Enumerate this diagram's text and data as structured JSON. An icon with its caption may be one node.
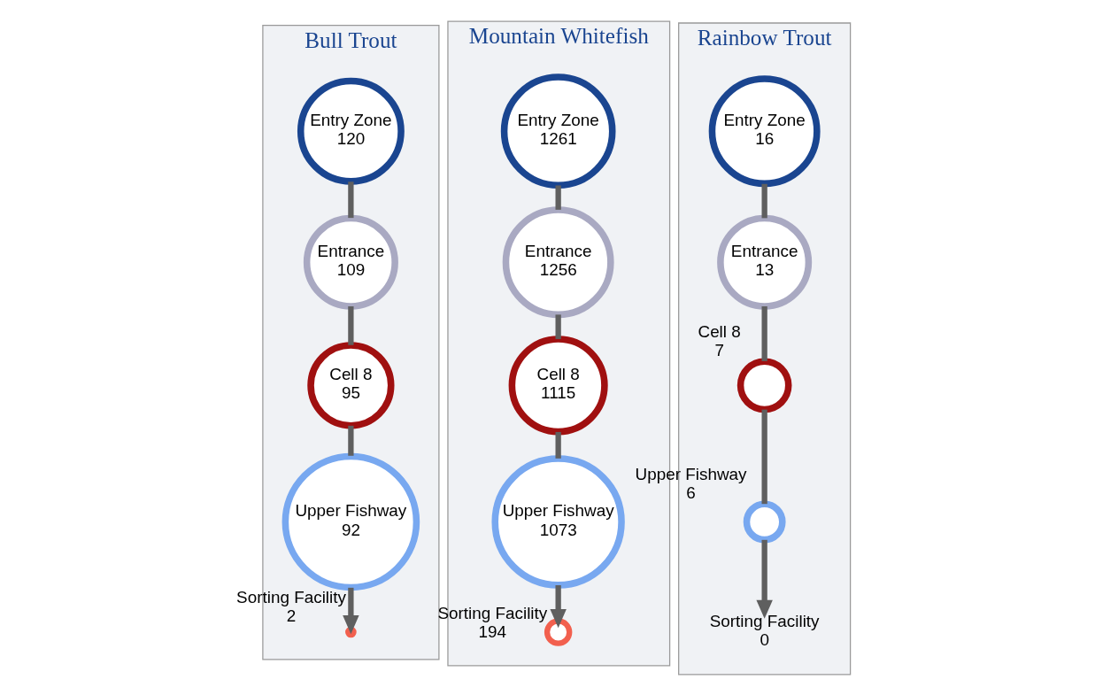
{
  "diagram": {
    "nodes": [
      {
        "text": [
          "Bull Trout"
        ]
      },
      {
        "text": [
          "Entry Zone 120"
        ],
        "in": 0
      },
      {
        "text": [
          "Entrance 109"
        ],
        "in": 0
      },
      {
        "text": [
          "Cell 8 95"
        ],
        "in": 0
      },
      {
        "text": [
          "Upper Fishway 92"
        ],
        "in": 0
      },
      {
        "text": [],
        "shape": "circle",
        "beside": [
          "Sorting Facility 2"
        ],
        "in": 0
      },
      {
        "text": [
          "Mountain Whitefish"
        ]
      },
      {
        "text": [
          "Entry Zone 1261"
        ],
        "in": 6
      },
      {
        "text": [
          "Entrance 1256"
        ],
        "in": 6
      },
      {
        "text": [
          "Cell 8 1115"
        ],
        "in": 6
      },
      {
        "text": [
          "Upper Fishway 1073"
        ],
        "in": 6
      },
      {
        "text": [],
        "shape": "circle",
        "beside": [
          "Sorting Facility 194"
        ],
        "in": 6
      },
      {
        "text": [
          "Rainbow Trout"
        ]
      },
      {
        "text": [
          "Entry Zone 16"
        ],
        "in": 12
      },
      {
        "text": [
          "Entrance 13"
        ],
        "in": 12
      },
      {
        "text": [],
        "shape": "circle",
        "beside": [
          "Cell 8 7"
        ],
        "in": 12
      },
      {
        "text": [],
        "shape": "circle",
        "beside": [
          "Upper Fishway 6"
        ],
        "in": 12
      },
      {
        "text": [
          "Sorting Facility 0"
        ],
        "in": 12
      }
    ],
    "edges": [
      {
        "from": 1,
        "to": 2,
        "arrow": "none"
      },
      {
        "from": 2,
        "to": 3,
        "arrow": "none"
      },
      {
        "from": 3,
        "to": 4,
        "arrow": "none"
      },
      {
        "from": 4,
        "to": 5,
        "arrow": "to"
      },
      {
        "from": 7,
        "to": 8,
        "arrow": "none"
      },
      {
        "from": 8,
        "to": 9,
        "arrow": "none"
      },
      {
        "from": 9,
        "to": 10,
        "arrow": "none"
      },
      {
        "from": 10,
        "to": 11,
        "arrow": "to"
      },
      {
        "from": 13,
        "to": 14,
        "arrow": "none"
      },
      {
        "from": 14,
        "to": 15,
        "arrow": "none"
      },
      {
        "from": 15,
        "to": 16,
        "arrow": "none"
      },
      {
        "from": 16,
        "to": 17,
        "arrow": "to"
      }
    ]
  }
}
